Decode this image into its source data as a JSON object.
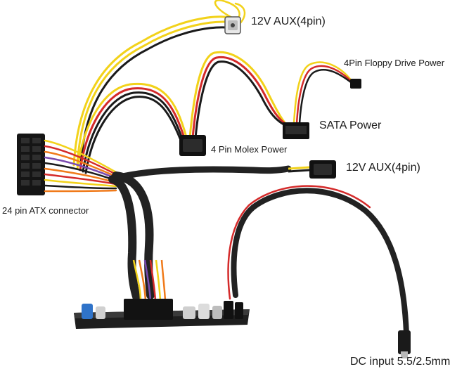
{
  "labels": {
    "aux_top": "12V AUX(4pin)",
    "floppy": "4Pin Floppy Drive Power",
    "sata": "SATA Power",
    "molex": "4 Pin Molex Power",
    "aux_right": "12V AUX(4pin)",
    "atx": "24 pin ATX connector",
    "dc_input": "DC input 5.5/2.5mm"
  },
  "colors": {
    "background": "#ffffff",
    "wire_yellow": "#f2d21a",
    "wire_red": "#d42a2a",
    "wire_black": "#1a1a1a",
    "wire_orange": "#f07a1a",
    "wire_purple": "#7a4ab0",
    "sleeve": "#222222",
    "pcb": "#1e1e1e"
  }
}
